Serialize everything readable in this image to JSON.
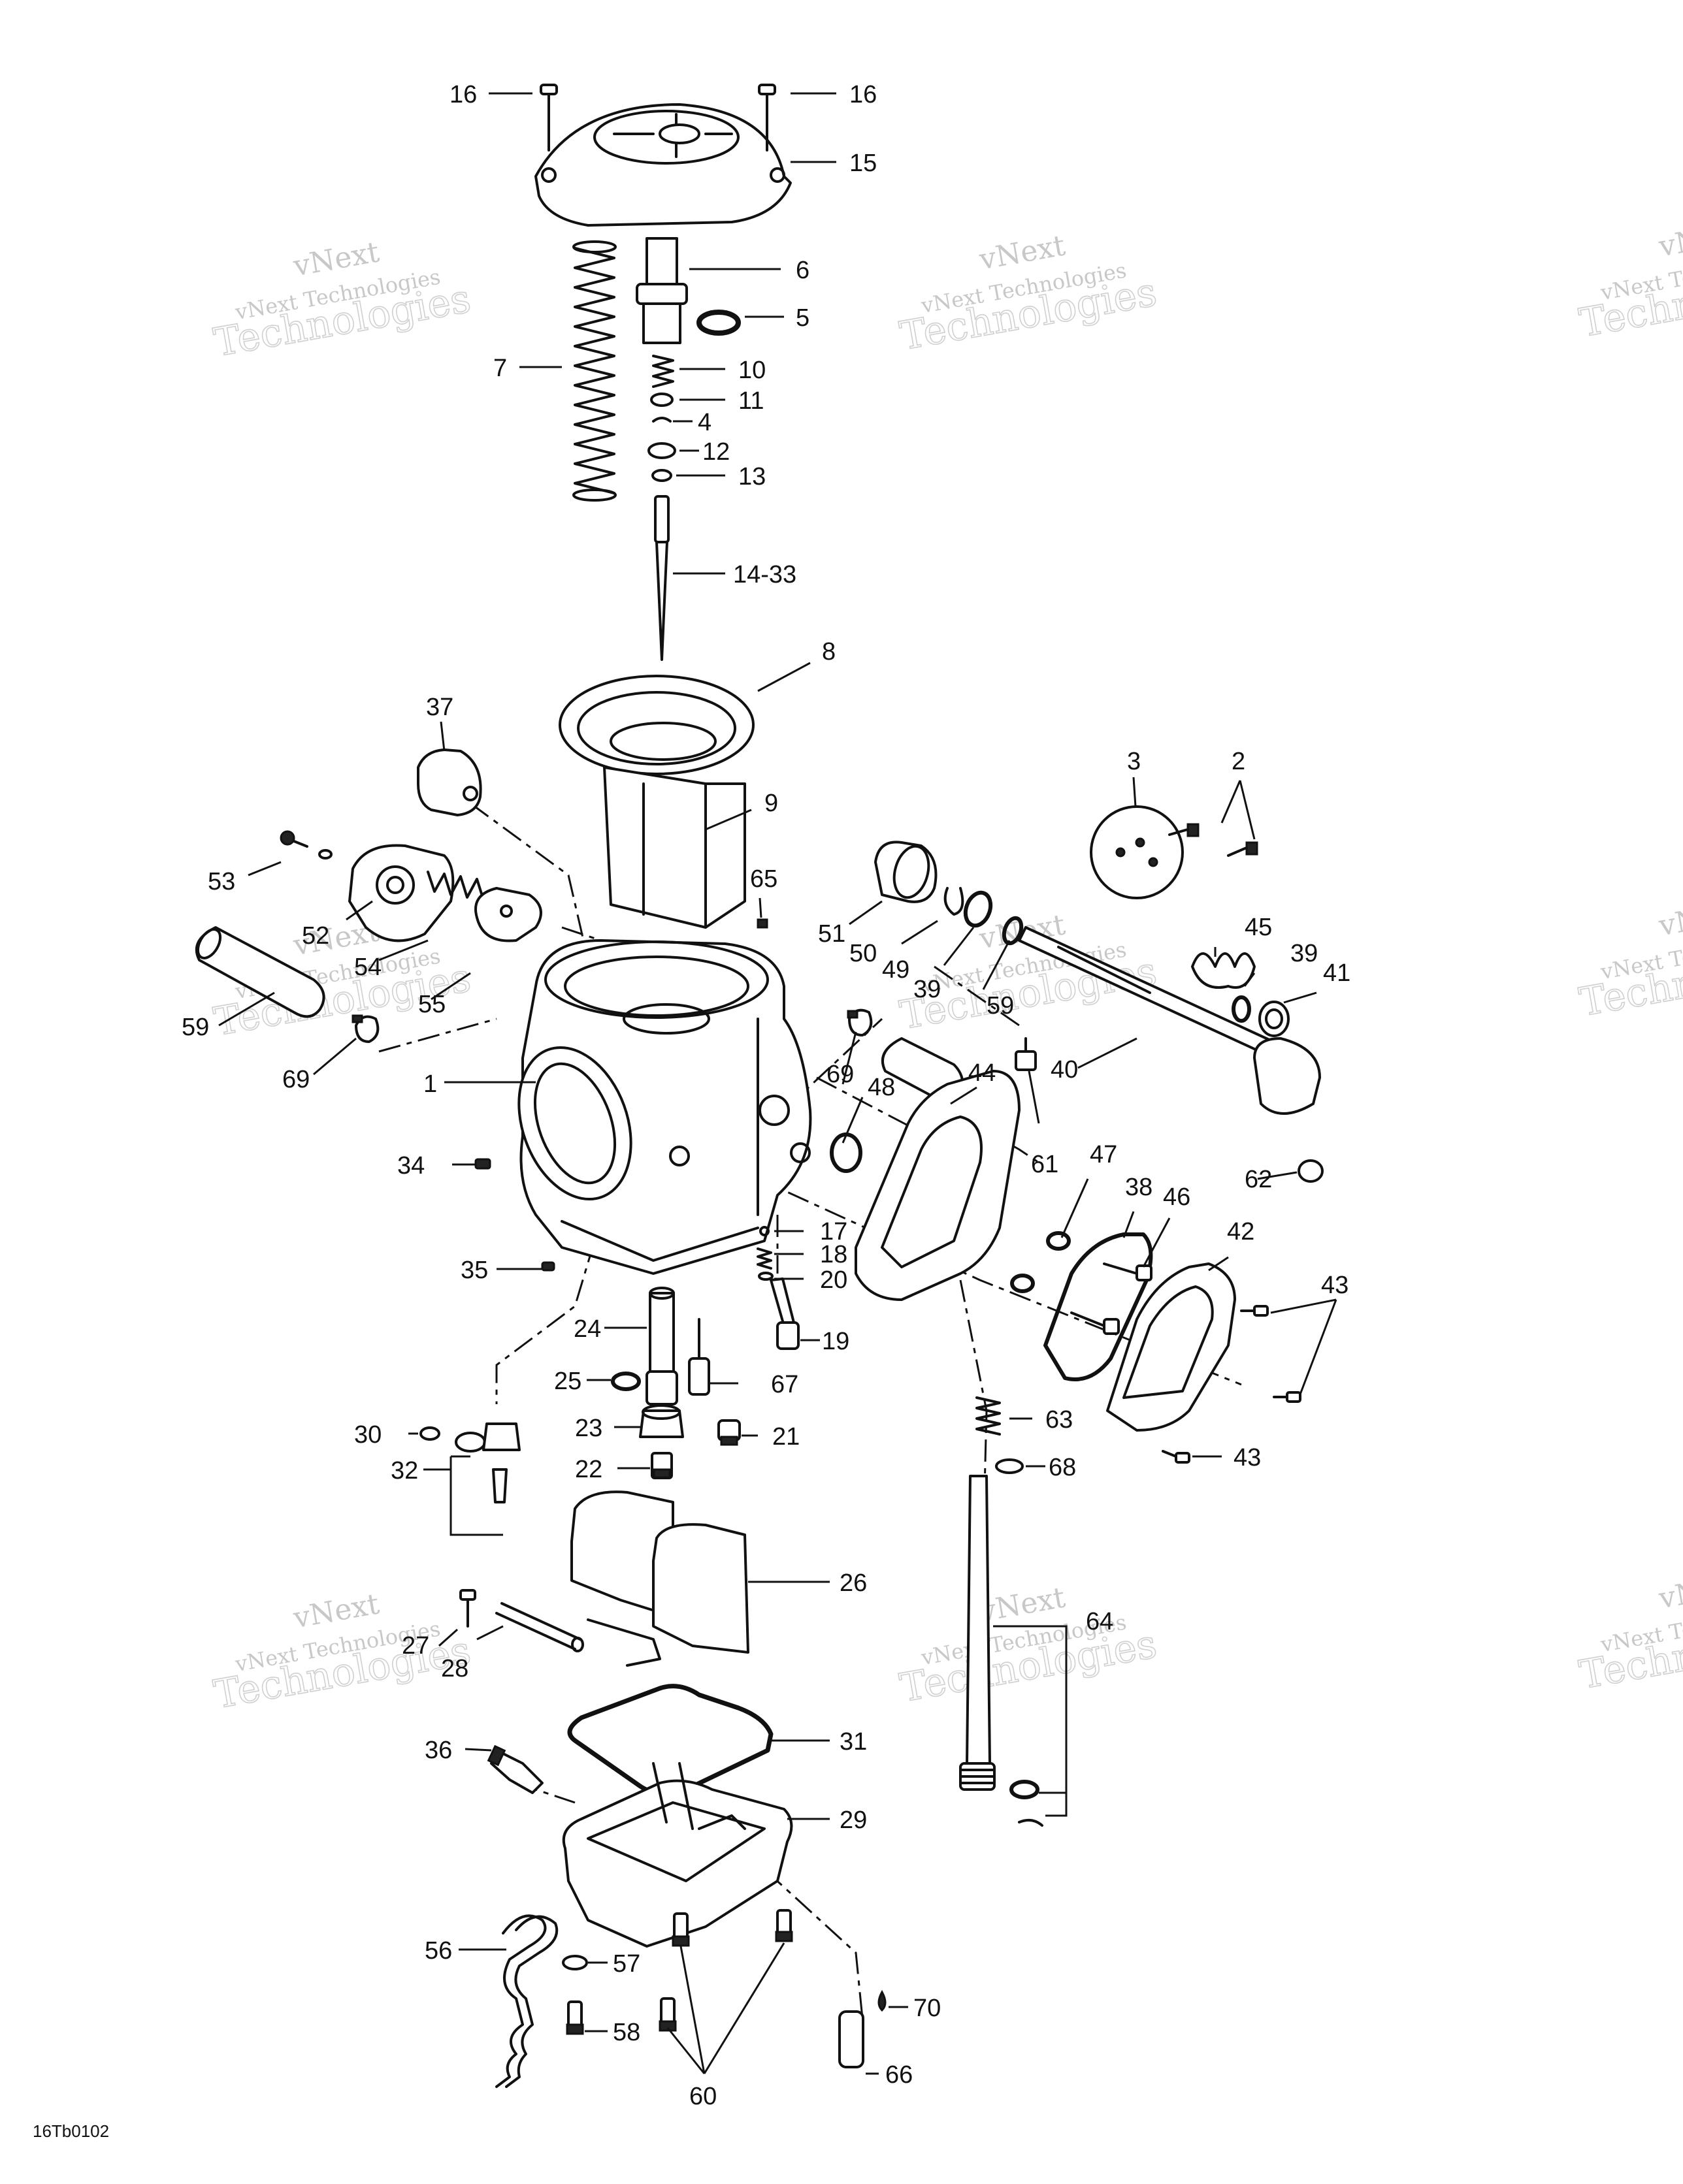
{
  "drawing_code": "16Tb0102",
  "watermark": {
    "line1": "vNext",
    "line2": "vNext Technologies",
    "line3": "Technologies"
  },
  "callouts": [
    {
      "id": "c16a",
      "text": "16"
    },
    {
      "id": "c16b",
      "text": "16"
    },
    {
      "id": "c15",
      "text": "15"
    },
    {
      "id": "c6",
      "text": "6"
    },
    {
      "id": "c5",
      "text": "5"
    },
    {
      "id": "c7",
      "text": "7"
    },
    {
      "id": "c10",
      "text": "10"
    },
    {
      "id": "c11",
      "text": "11"
    },
    {
      "id": "c4",
      "text": "4"
    },
    {
      "id": "c12",
      "text": "12"
    },
    {
      "id": "c13",
      "text": "13"
    },
    {
      "id": "c14",
      "text": "14-33"
    },
    {
      "id": "c8",
      "text": "8"
    },
    {
      "id": "c37",
      "text": "37"
    },
    {
      "id": "c9",
      "text": "9"
    },
    {
      "id": "c3",
      "text": "3"
    },
    {
      "id": "c2",
      "text": "2"
    },
    {
      "id": "c53",
      "text": "53"
    },
    {
      "id": "c65",
      "text": "65"
    },
    {
      "id": "c52",
      "text": "52"
    },
    {
      "id": "c54",
      "text": "54"
    },
    {
      "id": "c51",
      "text": "51"
    },
    {
      "id": "c50",
      "text": "50"
    },
    {
      "id": "c49",
      "text": "49"
    },
    {
      "id": "c39a",
      "text": "39"
    },
    {
      "id": "c59a",
      "text": "59"
    },
    {
      "id": "c45",
      "text": "45"
    },
    {
      "id": "c39b",
      "text": "39"
    },
    {
      "id": "c41",
      "text": "41"
    },
    {
      "id": "c55",
      "text": "55"
    },
    {
      "id": "c59b",
      "text": "59"
    },
    {
      "id": "c69a",
      "text": "69"
    },
    {
      "id": "c1",
      "text": "1"
    },
    {
      "id": "c69b",
      "text": "69"
    },
    {
      "id": "c48",
      "text": "48"
    },
    {
      "id": "c44",
      "text": "44"
    },
    {
      "id": "c40",
      "text": "40"
    },
    {
      "id": "c61",
      "text": "61"
    },
    {
      "id": "c62",
      "text": "62"
    },
    {
      "id": "c34",
      "text": "34"
    },
    {
      "id": "c47",
      "text": "47"
    },
    {
      "id": "c38",
      "text": "38"
    },
    {
      "id": "c46",
      "text": "46"
    },
    {
      "id": "c42",
      "text": "42"
    },
    {
      "id": "c17",
      "text": "17"
    },
    {
      "id": "c18",
      "text": "18"
    },
    {
      "id": "c20",
      "text": "20"
    },
    {
      "id": "c35",
      "text": "35"
    },
    {
      "id": "c43a",
      "text": "43"
    },
    {
      "id": "c24",
      "text": "24"
    },
    {
      "id": "c19",
      "text": "19"
    },
    {
      "id": "c25",
      "text": "25"
    },
    {
      "id": "c67",
      "text": "67"
    },
    {
      "id": "c63",
      "text": "63"
    },
    {
      "id": "c30",
      "text": "30"
    },
    {
      "id": "c23",
      "text": "23"
    },
    {
      "id": "c21",
      "text": "21"
    },
    {
      "id": "c43b",
      "text": "43"
    },
    {
      "id": "c32",
      "text": "32"
    },
    {
      "id": "c22",
      "text": "22"
    },
    {
      "id": "c68",
      "text": "68"
    },
    {
      "id": "c26",
      "text": "26"
    },
    {
      "id": "c64",
      "text": "64"
    },
    {
      "id": "c27",
      "text": "27"
    },
    {
      "id": "c28",
      "text": "28"
    },
    {
      "id": "c36",
      "text": "36"
    },
    {
      "id": "c31",
      "text": "31"
    },
    {
      "id": "c29",
      "text": "29"
    },
    {
      "id": "c56",
      "text": "56"
    },
    {
      "id": "c57",
      "text": "57"
    },
    {
      "id": "c70",
      "text": "70"
    },
    {
      "id": "c58",
      "text": "58"
    },
    {
      "id": "c66",
      "text": "66"
    },
    {
      "id": "c60",
      "text": "60"
    }
  ]
}
